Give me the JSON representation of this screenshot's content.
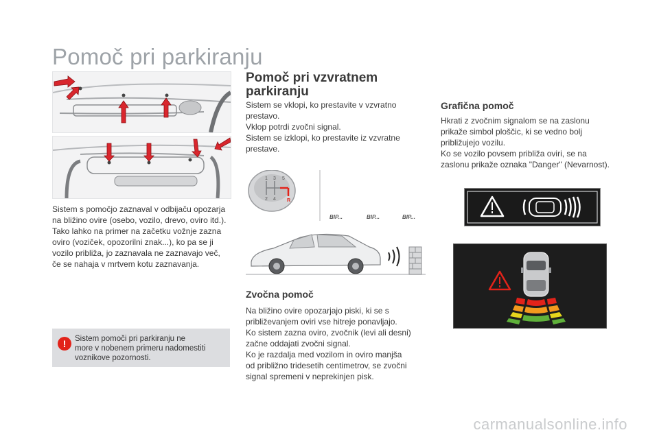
{
  "page": {
    "title": "Pomoč pri parkiranju"
  },
  "left": {
    "intro_text": "Sistem s pomočjo zaznaval v odbijaču opozarja\nna bližino ovire (osebo, vozilo, drevo, oviro itd.).\nTako lahko na primer na začetku vožnje zazna\noviro (voziček, opozorilni znak...), ko pa se ji\nvozilo približa, jo zaznavala ne zaznavajo več,\nče se nahaja v mrtvem kotu zaznavanja.",
    "warning_text": "Sistem pomoči pri parkiranju ne\nmore v nobenem primeru nadomestiti\nvoznikove pozornosti.",
    "warning_symbol": "!"
  },
  "middle": {
    "rear_heading": "Pomoč pri vzvratnem\nparkiranju",
    "rear_text": "Sistem se vklopi, ko prestavite v vzvratno\nprestavo.\nVklop potrdi zvočni signal.\nSistem se izklopi, ko prestavite iz vzvratne\nprestave.",
    "gear_labels": [
      "1",
      "3",
      "5",
      "2",
      "4",
      "R"
    ],
    "bip_labels": [
      "BIP...",
      "BIP...",
      "BIP..."
    ],
    "sound_heading": "Zvočna pomoč",
    "sound_text": "Na bližino ovire opozarjajo piski, ki se s\npribliževanjem oviri vse hitreje ponavljajo.\nKo sistem zazna oviro, zvočnik (levi ali desni)\nzačne oddajati zvočni signal.\nKo je razdalja med vozilom in oviro manjša\nod približno tridesetih centimetrov, se zvočni\nsignal spremeni v neprekinjen pisk."
  },
  "right": {
    "graphic_heading": "Grafična pomoč",
    "graphic_text": "Hkrati z zvočnim signalom se na zaslonu\nprikaže simbol ploščic, ki se vedno bolj\npribližujejo vozilu.\nKo se vozilo povsem približa oviri, se na\nzaslonu prikaže oznaka \"Danger\" (Nevarnost).",
    "warning_symbol": "!"
  },
  "footer": {
    "watermark": "carmanualsonline.info"
  },
  "colors": {
    "title_gray": "#9ea3a8",
    "arrow_red": "#d9262d",
    "zone_red": "#e2231a",
    "zone_orange": "#f39a1e",
    "zone_yellow": "#e6d51c",
    "zone_green": "#5fb13a"
  }
}
